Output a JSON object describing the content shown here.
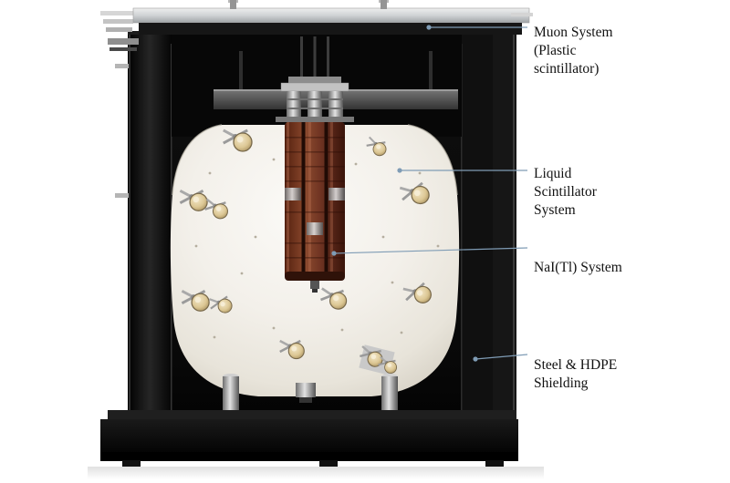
{
  "colors": {
    "accent": "#7f9cb5",
    "page-bg": "#ffffff",
    "shield-dark": "#0d0d0d",
    "tank-ivory": "#f3f0ea",
    "copper": "#6e3322",
    "label-text": "#111111"
  },
  "callouts": {
    "muon": {
      "label": "Muon System\n(Plastic\nscintillator)"
    },
    "liquid": {
      "label": "Liquid\nScintillator\nSystem"
    },
    "nai": {
      "label": "NaI(Tl) System"
    },
    "steel": {
      "label": "Steel & HDPE\nShielding"
    }
  }
}
